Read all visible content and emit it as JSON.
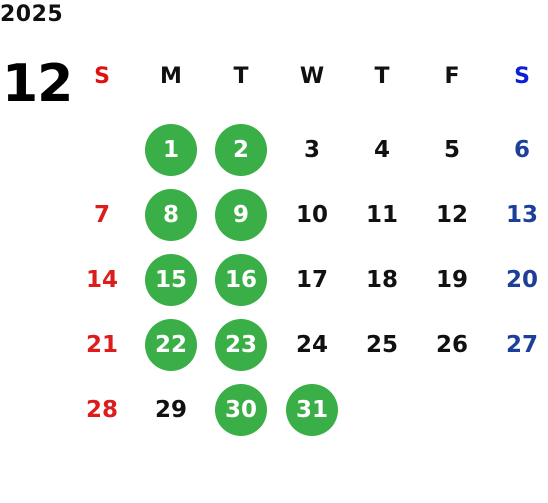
{
  "year": "2025",
  "month": "12",
  "weekday_headers": [
    "S",
    "M",
    "T",
    "W",
    "T",
    "F",
    "S"
  ],
  "colors": {
    "highlight": "#3aae47",
    "sunday": "#dd1c1c",
    "saturday": "#1c3f99",
    "text": "#111111"
  },
  "weeks": [
    [
      null,
      {
        "d": "1",
        "h": true
      },
      {
        "d": "2",
        "h": true
      },
      {
        "d": "3"
      },
      {
        "d": "4"
      },
      {
        "d": "5"
      },
      {
        "d": "6"
      }
    ],
    [
      {
        "d": "7"
      },
      {
        "d": "8",
        "h": true
      },
      {
        "d": "9",
        "h": true
      },
      {
        "d": "10"
      },
      {
        "d": "11"
      },
      {
        "d": "12"
      },
      {
        "d": "13"
      }
    ],
    [
      {
        "d": "14"
      },
      {
        "d": "15",
        "h": true
      },
      {
        "d": "16",
        "h": true
      },
      {
        "d": "17"
      },
      {
        "d": "18"
      },
      {
        "d": "19"
      },
      {
        "d": "20"
      }
    ],
    [
      {
        "d": "21"
      },
      {
        "d": "22",
        "h": true
      },
      {
        "d": "23",
        "h": true
      },
      {
        "d": "24"
      },
      {
        "d": "25"
      },
      {
        "d": "26"
      },
      {
        "d": "27"
      }
    ],
    [
      {
        "d": "28"
      },
      {
        "d": "29"
      },
      {
        "d": "30",
        "h": true
      },
      {
        "d": "31",
        "h": true
      },
      null,
      null,
      null
    ]
  ]
}
